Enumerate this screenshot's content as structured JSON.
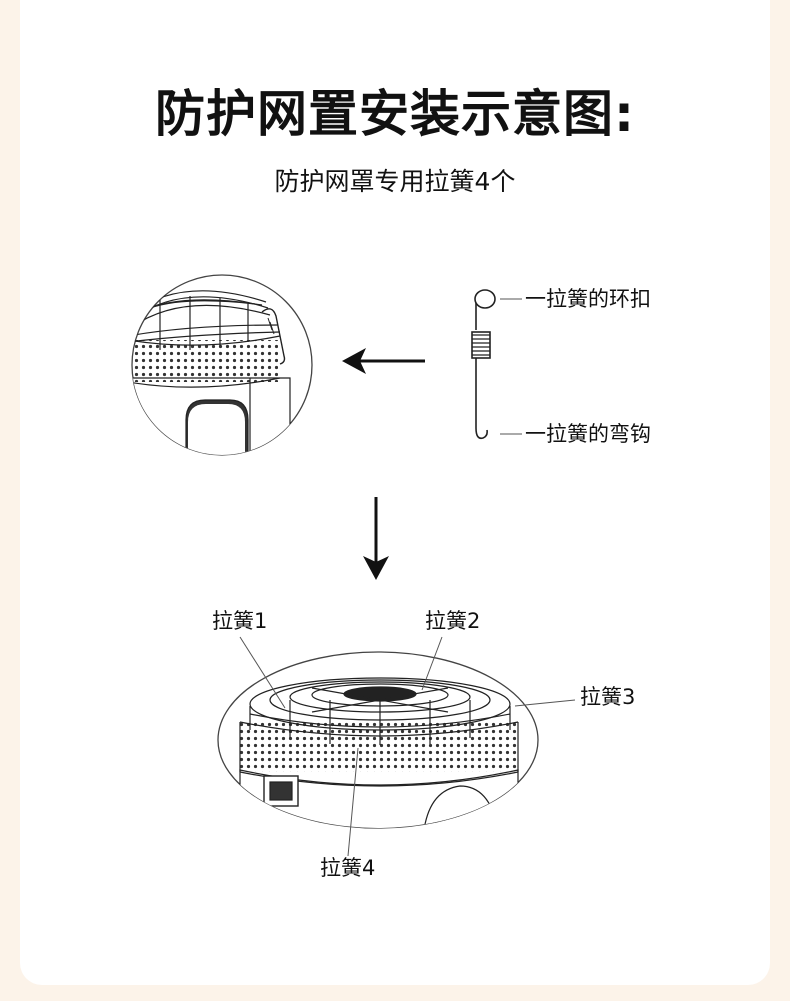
{
  "header": {
    "title": "防护网置安装示意图:",
    "subtitle": "防护网罩专用拉簧4个"
  },
  "spring_parts": {
    "ring_label": "一拉簧的环扣",
    "hook_label": "一拉簧的弯钩"
  },
  "springs": {
    "spring1": "拉簧1",
    "spring2": "拉簧2",
    "spring3": "拉簧3",
    "spring4": "拉簧4"
  }
}
